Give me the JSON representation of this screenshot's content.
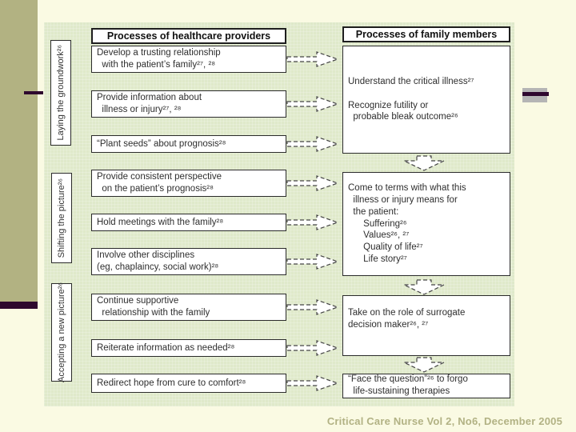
{
  "caption": "Critical Care Nurse Vol 2, No6, December 2005",
  "figure": {
    "left_header": "Processes of healthcare providers",
    "right_header": "Processes of family members",
    "phases": [
      "Laying the groundwork²⁶",
      "Shifting the picture²⁶",
      "Accepting a new picture²⁶"
    ],
    "provider_steps": [
      "Develop a trusting relationship\n  with the patient’s family²⁷, ²⁸",
      "Provide information about\n  illness or injury²⁷, ²⁸",
      "“Plant seeds” about prognosis²⁸",
      "Provide consistent perspective\n  on the patient’s prognosis²⁸",
      "Hold meetings with the family²⁸",
      "Involve other disciplines\n(eg, chaplaincy, social work)²⁸",
      "Continue supportive\n  relationship with the family",
      "Reiterate information as needed²⁸",
      "Redirect hope from cure to comfort²⁸"
    ],
    "family_steps": [
      "Understand the critical illness²⁷\n\nRecognize futility or\n  probable bleak outcome²⁶",
      "Come to terms with what this\n  illness or injury means for\n  the patient:\n      Suffering²⁶\n      Values²⁶, ²⁷\n      Quality of life²⁷\n      Life story²⁷",
      "Take on the role of surrogate\ndecision maker²⁶, ²⁷",
      "“Face the question”²⁶ to forgo\n  life-sustaining therapies"
    ]
  },
  "colors": {
    "slide_background": "#fafae3",
    "accent_band_olive": "#b2b282",
    "accent_dark_purple": "#2e082e",
    "accent_gray": "#b5b5b5",
    "figure_background": "#dfe9ca",
    "box_background": "#ffffff",
    "box_border": "#2b2b2b",
    "caption_text": "#b2b284"
  }
}
